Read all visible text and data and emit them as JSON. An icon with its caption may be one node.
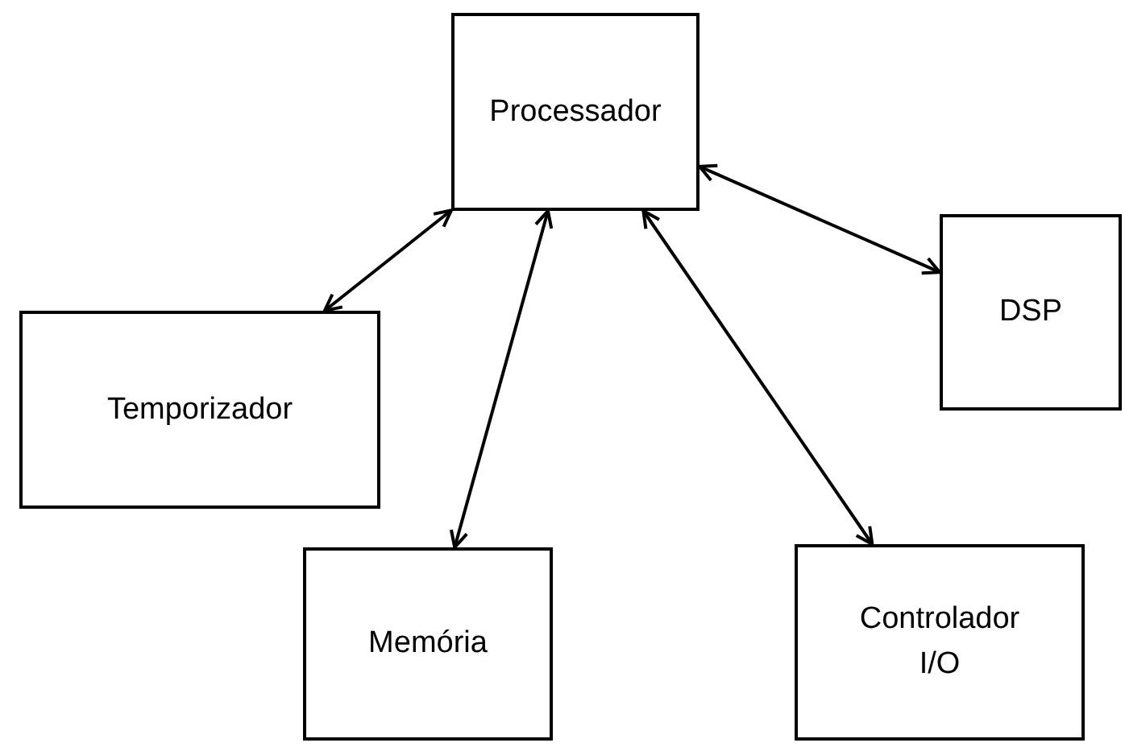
{
  "diagram": {
    "nodes": [
      {
        "text": [
          "Processador"
        ]
      },
      {
        "text": [
          "Temporizador"
        ]
      },
      {
        "text": [
          "DSP"
        ]
      },
      {
        "text": [
          "Memória"
        ]
      },
      {
        "text": [
          "Controlador I/O"
        ]
      }
    ],
    "edges": [
      {
        "from": 0,
        "to": 1,
        "arrow": "both"
      },
      {
        "from": 0,
        "to": 3,
        "arrow": "both"
      },
      {
        "from": 0,
        "to": 4,
        "arrow": "both"
      },
      {
        "from": 0,
        "to": 2,
        "arrow": "both"
      }
    ]
  }
}
